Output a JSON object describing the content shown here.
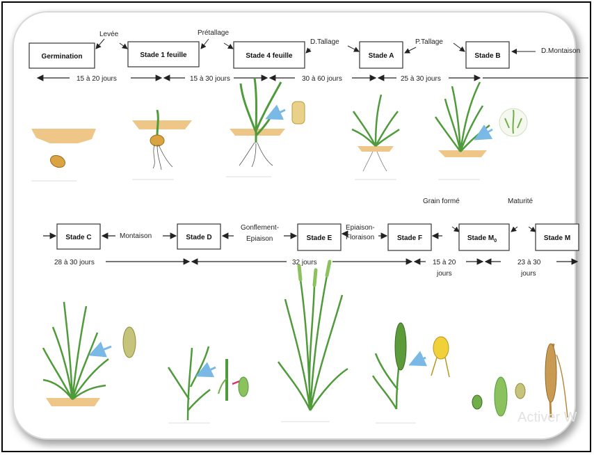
{
  "row1": {
    "stages": [
      "Germination",
      "Stade 1 feuille",
      "Stade 4 feuille",
      "Stade A",
      "Stade B"
    ],
    "events": [
      "Levée",
      "Prétallage",
      "D.Tallage",
      "P.Tallage",
      "D.Montaison"
    ],
    "durations": [
      "15 à 20 jours",
      "15 à 30 jours",
      "30 à 60 jours",
      "25 à 30 jours"
    ]
  },
  "row2": {
    "stages": [
      "Stade C",
      "Stade D",
      "Stade E",
      "Stade F",
      "Stade M",
      "Stade M"
    ],
    "stage_m0_sub": "0",
    "events": [
      "Montaison",
      "Gonflement-",
      "Epiaison",
      "Epiaison-",
      "Floraison"
    ],
    "top_labels": [
      "Grain formé",
      "Maturité"
    ],
    "durations": [
      "28 à 30 jours",
      "32 jours",
      "15 à 20",
      "jours",
      "23 à 30",
      "jours"
    ]
  },
  "watermark": "Activer W",
  "colors": {
    "leaf": "#4f9a3a",
    "leaf_light": "#8cc25e",
    "soil": "#e8b86a",
    "seed": "#d9a441",
    "arrow_blue": "#7ab8e6",
    "box_border": "#333333"
  }
}
